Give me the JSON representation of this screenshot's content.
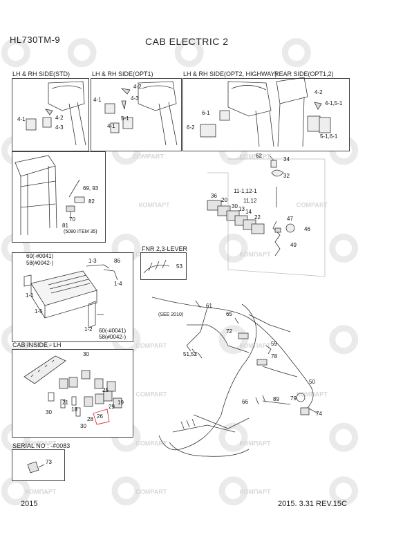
{
  "header": {
    "model": "HL730TM-9",
    "title": "CAB ELECTRIC 2"
  },
  "sections": {
    "std": "LH & RH SIDE(STD)",
    "opt1": "LH & RH SIDE(OPT1)",
    "opt2": "LH & RH SIDE(OPT2, HIGHWAY)",
    "rear": "REAR SIDE(OPT1,2)",
    "fnr": "FNR 2,3-LEVER",
    "cab_inside": "CAB INSIDE - LH",
    "serial": "SERIAL NO : -#0083"
  },
  "watermark": {
    "text": "КОМПАРТ",
    "text2": "COMPART"
  },
  "labels": {
    "l_4_1a": "4-1",
    "l_4_2a": "4-2",
    "l_4_3a": "4-3",
    "l_4_2b": "4-2",
    "l_4_1b": "4-1",
    "l_4_3b": "4-3",
    "l_4_1c": "4-1",
    "l_5_1a": "5-1",
    "l_6_1": "6-1",
    "l_6_2": "6-2",
    "l_4_2c": "4-2",
    "l_4_15_1": "4-1,5-1",
    "l_5_16_1": "5-1,6-1",
    "l_6993": "69, 93",
    "l_82": "82",
    "l_70": "70",
    "l_81": "81",
    "l_5080": "(5080 ITEM 35)",
    "l_62": "62",
    "l_34": "34",
    "l_32": "32",
    "l_36": "36",
    "l_20": "20",
    "l_30a": "30",
    "l_13": "13",
    "l_14": "14",
    "l_22": "22",
    "l_11_12_1": "11-1,12-1",
    "l_11_12": "11,12",
    "l_47": "47",
    "l_46": "46",
    "l_49": "49",
    "l_60a": "60(-#0041)",
    "l_58a": "58(#0042-)",
    "l_1_3": "1-3",
    "l_86": "86",
    "l_1_4": "1-4",
    "l_1_1": "1-1",
    "l_1_5": "1-5",
    "l_1_2": "1-2",
    "l_60b": "60(-#0041)",
    "l_58b": "58(#0042-)",
    "l_53": "53",
    "l_61": "61",
    "l_65": "65",
    "l_see2010": "(SEE 2010)",
    "l_72": "72",
    "l_59": "59",
    "l_78": "78",
    "l_5152": "51,52",
    "l_50": "50",
    "l_89": "89",
    "l_79": "79",
    "l_66": "66",
    "l_74": "74",
    "l_30b": "30",
    "l_21": "21",
    "l_25": "25",
    "l_29": "29",
    "l_18": "18",
    "l_19": "19",
    "l_30c": "30",
    "l_28": "28",
    "l_26": "26",
    "l_30d": "30",
    "l_73": "73"
  },
  "footer": {
    "year": "2015",
    "revision": "2015. 3.31  REV.15C"
  }
}
